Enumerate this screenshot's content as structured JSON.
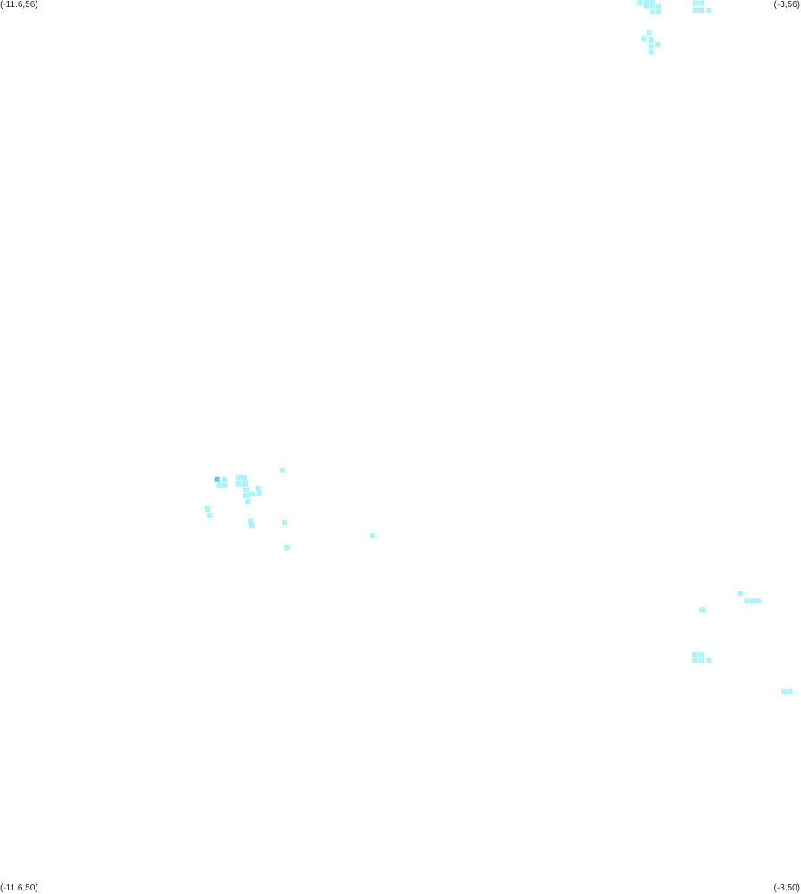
{
  "corners": {
    "top_left": "(-11.6,56)",
    "top_right": "(-3,56)",
    "bottom_left": "(-11.6,50)",
    "bottom_right": "(-3,50)"
  },
  "colors": {
    "cell": "#aaf5fb",
    "cell_strong": "#55ccee"
  },
  "map_data": {
    "lon_range": [
      -11.6,
      -3
    ],
    "lat_range": [
      50,
      56
    ],
    "cell_size_deg": 0.06,
    "cells": [
      {
        "lon": -4.73,
        "lat": 55.99
      },
      {
        "lon": -4.66,
        "lat": 55.99
      },
      {
        "lon": -4.6,
        "lat": 55.99
      },
      {
        "lon": -4.66,
        "lat": 55.96
      },
      {
        "lon": -4.6,
        "lat": 55.96
      },
      {
        "lon": -4.53,
        "lat": 55.96
      },
      {
        "lon": -4.6,
        "lat": 55.92
      },
      {
        "lon": -4.53,
        "lat": 55.92
      },
      {
        "lon": -4.13,
        "lat": 55.98
      },
      {
        "lon": -4.07,
        "lat": 55.98
      },
      {
        "lon": -4.13,
        "lat": 55.93
      },
      {
        "lon": -4.07,
        "lat": 55.93
      },
      {
        "lon": -3.99,
        "lat": 55.93
      },
      {
        "lon": -4.63,
        "lat": 55.78
      },
      {
        "lon": -4.69,
        "lat": 55.74
      },
      {
        "lon": -4.61,
        "lat": 55.73
      },
      {
        "lon": -4.54,
        "lat": 55.7
      },
      {
        "lon": -4.61,
        "lat": 55.69
      },
      {
        "lon": -4.61,
        "lat": 55.65
      },
      {
        "lon": -9.27,
        "lat": 52.77,
        "strong": true
      },
      {
        "lon": -9.19,
        "lat": 52.77
      },
      {
        "lon": -9.25,
        "lat": 52.73
      },
      {
        "lon": -9.19,
        "lat": 52.73
      },
      {
        "lon": -9.04,
        "lat": 52.78
      },
      {
        "lon": -8.98,
        "lat": 52.78
      },
      {
        "lon": -9.04,
        "lat": 52.74
      },
      {
        "lon": -8.97,
        "lat": 52.74
      },
      {
        "lon": -8.96,
        "lat": 52.7
      },
      {
        "lon": -8.96,
        "lat": 52.66
      },
      {
        "lon": -8.89,
        "lat": 52.67
      },
      {
        "lon": -8.83,
        "lat": 52.71
      },
      {
        "lon": -8.82,
        "lat": 52.68
      },
      {
        "lon": -8.94,
        "lat": 52.62
      },
      {
        "lon": -8.57,
        "lat": 52.83
      },
      {
        "lon": -9.37,
        "lat": 52.57
      },
      {
        "lon": -9.35,
        "lat": 52.53
      },
      {
        "lon": -8.91,
        "lat": 52.49
      },
      {
        "lon": -8.9,
        "lat": 52.46
      },
      {
        "lon": -8.55,
        "lat": 52.48
      },
      {
        "lon": -8.52,
        "lat": 52.31
      },
      {
        "lon": -7.6,
        "lat": 52.39
      },
      {
        "lon": -3.65,
        "lat": 52.0
      },
      {
        "lon": -3.58,
        "lat": 51.95
      },
      {
        "lon": -3.52,
        "lat": 51.95
      },
      {
        "lon": -3.46,
        "lat": 51.95
      },
      {
        "lon": -4.06,
        "lat": 51.89
      },
      {
        "lon": -4.14,
        "lat": 51.59
      },
      {
        "lon": -4.07,
        "lat": 51.59
      },
      {
        "lon": -4.14,
        "lat": 51.55
      },
      {
        "lon": -4.07,
        "lat": 51.55
      },
      {
        "lon": -3.99,
        "lat": 51.55
      },
      {
        "lon": -3.18,
        "lat": 51.34
      },
      {
        "lon": -3.12,
        "lat": 51.34
      }
    ]
  }
}
